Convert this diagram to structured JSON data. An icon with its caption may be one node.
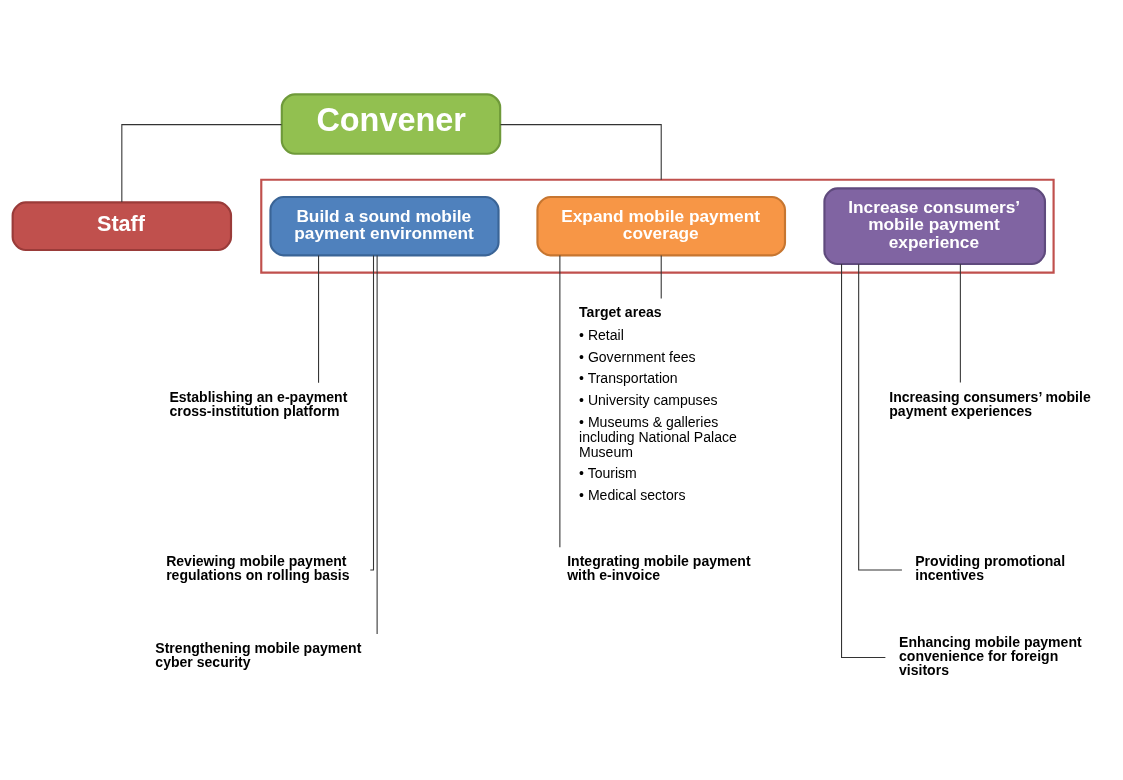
{
  "diagram": {
    "nodes": [
      {
        "text": [
          "Convener"
        ]
      },
      {
        "text": [
          "Staff"
        ]
      },
      {
        "text": [],
        "shape": "box"
      },
      {
        "text": [
          "Build a sound mobile payment environment"
        ],
        "in": 2
      },
      {
        "text": [
          "Expand mobile payment coverage"
        ],
        "in": 2
      },
      {
        "text": [
          "Increase consumers’ mobile payment experience"
        ],
        "in": 2
      },
      {
        "text": [
          "Establishing an e-payment cross-institution platform"
        ]
      },
      {
        "text": [
          "Reviewing mobile payment regulations on rolling basis"
        ]
      },
      {
        "text": [
          "Strengthening mobile payment cyber security"
        ]
      },
      {
        "text": [
          "Target areas",
          "• Retail",
          "• Government fees",
          "• Transportation",
          "• University campuses",
          "• Museums & galleries including National Palace Museum",
          "• Tourism",
          "• Medical sectors"
        ]
      },
      {
        "text": [
          "Integrating mobile payment with e-invoice"
        ]
      },
      {
        "text": [
          "Increasing consumers’ mobile payment experiences"
        ]
      },
      {
        "text": [
          "Providing promotional incentives"
        ]
      },
      {
        "text": [
          "Enhancing mobile payment convenience for foreign visitors"
        ]
      }
    ],
    "edges": [
      {
        "from": 0,
        "to": 1,
        "arrow": "none"
      },
      {
        "from": 0,
        "to": 2,
        "arrow": "none"
      },
      {
        "from": 3,
        "to": 6,
        "arrow": "none"
      },
      {
        "from": 3,
        "to": 7,
        "arrow": "none"
      },
      {
        "from": 3,
        "to": 8,
        "arrow": "none"
      },
      {
        "from": 4,
        "to": 9,
        "arrow": "none"
      },
      {
        "from": 4,
        "to": 10,
        "arrow": "none"
      },
      {
        "from": 5,
        "to": 11,
        "arrow": "none"
      },
      {
        "from": 5,
        "to": 12,
        "arrow": "none"
      },
      {
        "from": 5,
        "to": 13,
        "arrow": "none"
      }
    ]
  }
}
